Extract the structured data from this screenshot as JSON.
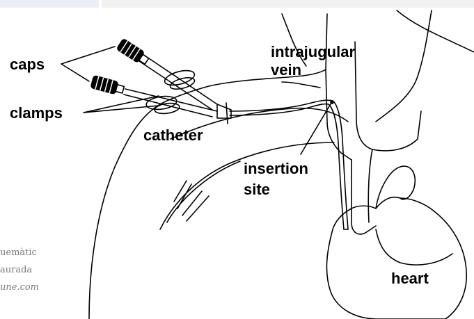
{
  "labels": {
    "caps": "caps",
    "clamps": "clamps",
    "catheter": "catheter",
    "intrajugular": "intrajugular",
    "vein": "vein",
    "insertion": "insertion",
    "site": "site",
    "heart": "heart"
  },
  "caption": {
    "line1": "uemàtic",
    "line2": "aurada",
    "line3": "une.com"
  },
  "colors": {
    "ink": "#000000",
    "caption": "#7a7a7a",
    "top_accent": "#e8eef3",
    "top_bar": "#f1f1f1"
  }
}
